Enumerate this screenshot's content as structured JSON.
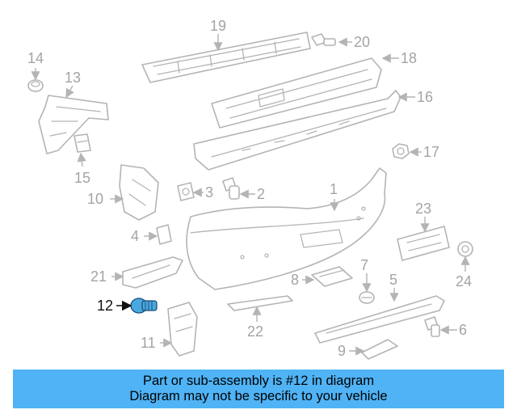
{
  "callouts": {
    "c1": "1",
    "c2": "2",
    "c3": "3",
    "c4": "4",
    "c5": "5",
    "c6": "6",
    "c7": "7",
    "c8": "8",
    "c9": "9",
    "c10": "10",
    "c11": "11",
    "c12": "12",
    "c13": "13",
    "c14": "14",
    "c15": "15",
    "c16": "16",
    "c17": "17",
    "c18": "18",
    "c19": "19",
    "c20": "20",
    "c21": "21",
    "c22": "22",
    "c23": "23",
    "c24": "24"
  },
  "highlighted_part": "12",
  "highlight_color": "#4aa8e0",
  "banner": {
    "line1": "Part or sub-assembly is #12 in diagram",
    "line2": "Diagram may not be specific to your vehicle",
    "background": "#4fb3f5"
  }
}
